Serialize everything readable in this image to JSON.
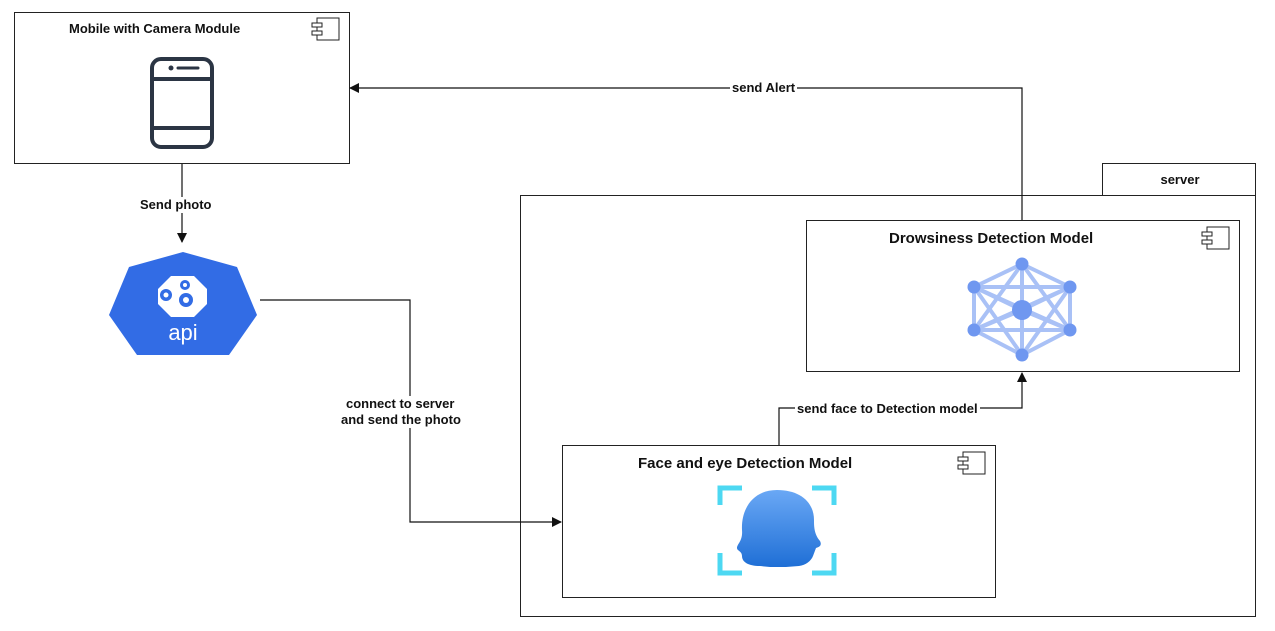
{
  "nodes": {
    "mobile": {
      "title": "Mobile with Camera Module"
    },
    "api": {
      "label": "api"
    },
    "server": {
      "label": "server"
    },
    "drowsiness": {
      "title": "Drowsiness Detection Model"
    },
    "face": {
      "title": "Face and eye Detection Model"
    }
  },
  "edges": {
    "send_photo": "Send photo",
    "send_alert": "send Alert",
    "connect_line1": "connect to server",
    "connect_line2": "and send the photo",
    "send_face": "send face to Detection model"
  },
  "colors": {
    "api_blue": "#326ce5",
    "network_blue": "#6f97f0",
    "network_light": "#a9c1f6",
    "face_cyan": "#4dd8f2",
    "face_top": "#6aa8f5",
    "face_bottom": "#1f6fd6",
    "phone_dark": "#2b3544"
  }
}
